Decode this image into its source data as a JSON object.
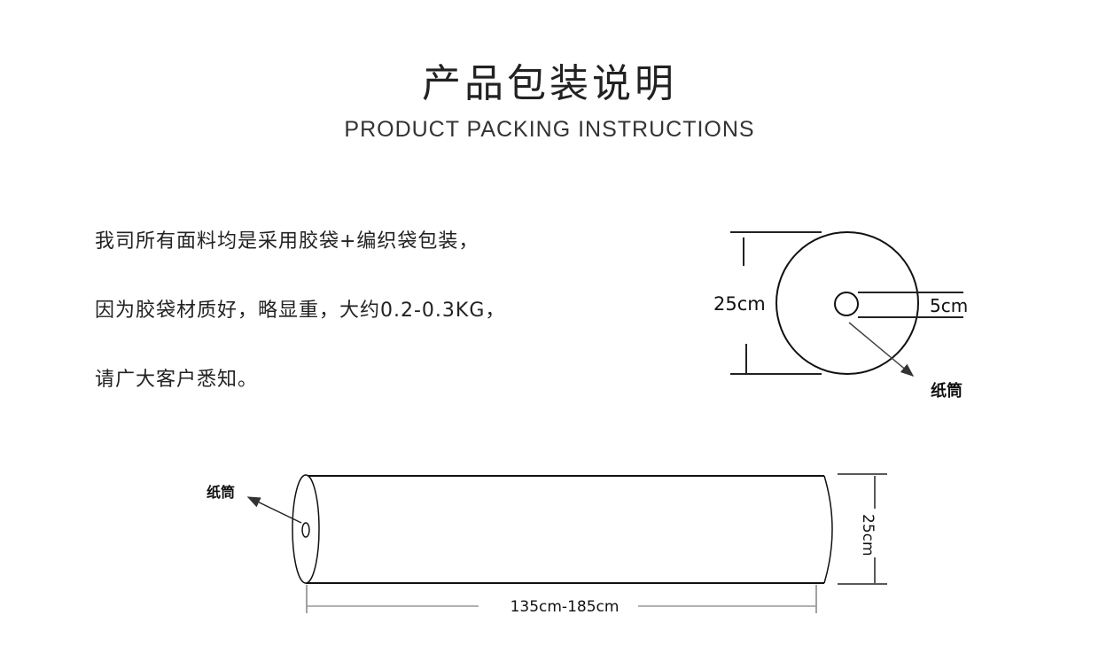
{
  "header": {
    "title": "产品包装说明",
    "subtitle": "PRODUCT PACKING INSTRUCTIONS"
  },
  "description": {
    "lines": [
      "我司所有面料均是采用胶袋+编织袋包装，",
      "因为胶袋材质好，略显重，大约0.2-0.3KG，",
      "请广大客户悉知。"
    ]
  },
  "end_view": {
    "diameter_label": "25cm",
    "core_label": "5cm",
    "core_name": "纸筒"
  },
  "side_view": {
    "core_name": "纸筒",
    "diameter_label": "25cm",
    "length_label": "135cm-185cm"
  }
}
